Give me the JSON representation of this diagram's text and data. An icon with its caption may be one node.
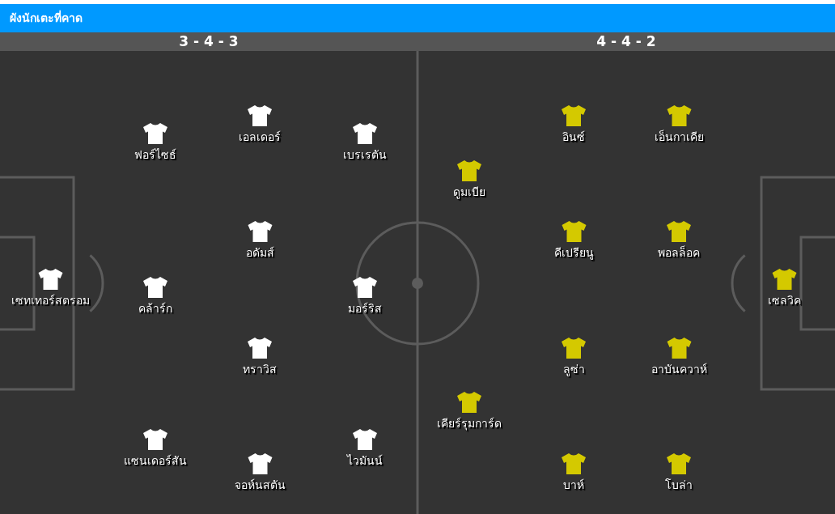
{
  "diagram": {
    "title": "ผังนักเตะที่คาด",
    "nodes": [
      {
        "text": [
          "3 - 4 - 3"
        ]
      },
      {
        "text": [
          "4 - 4 - 2"
        ]
      },
      {
        "text": [
          "เอลเดอร์"
        ],
        "in": 0
      },
      {
        "text": [
          "ฟอร์ไซธ์"
        ],
        "in": 0
      },
      {
        "text": [
          "เบรเรตัน"
        ],
        "in": 0
      },
      {
        "text": [
          "อดัมส์"
        ],
        "in": 0
      },
      {
        "text": [
          "เซทเทอร์สตรอม"
        ],
        "in": 0
      },
      {
        "text": [
          "คล้าร์ก"
        ],
        "in": 0
      },
      {
        "text": [
          "มอร์ริส"
        ],
        "in": 0
      },
      {
        "text": [
          "ทราวิส"
        ],
        "in": 0
      },
      {
        "text": [
          "แซนเดอร์สัน"
        ],
        "in": 0
      },
      {
        "text": [
          "ไวมันน์"
        ],
        "in": 0
      },
      {
        "text": [
          "จอห์นสตัน"
        ],
        "in": 0
      },
      {
        "text": [
          "อินซ์"
        ],
        "in": 1
      },
      {
        "text": [
          "เอ็นกาเคีย"
        ],
        "in": 1
      },
      {
        "text": [
          "ดูมเบีย"
        ],
        "in": 1
      },
      {
        "text": [
          "คีเปรียนู"
        ],
        "in": 1
      },
      {
        "text": [
          "พอลล็อค"
        ],
        "in": 1
      },
      {
        "text": [
          "เซลวิค"
        ],
        "in": 1
      },
      {
        "text": [
          "ลูซ่า"
        ],
        "in": 1
      },
      {
        "text": [
          "อาบันควาห์"
        ],
        "in": 1
      },
      {
        "text": [
          "เคียร์รุมการ์ด"
        ],
        "in": 1
      },
      {
        "text": [
          "บาห์"
        ],
        "in": 1
      },
      {
        "text": [
          "โบล่า"
        ],
        "in": 1
      }
    ]
  }
}
